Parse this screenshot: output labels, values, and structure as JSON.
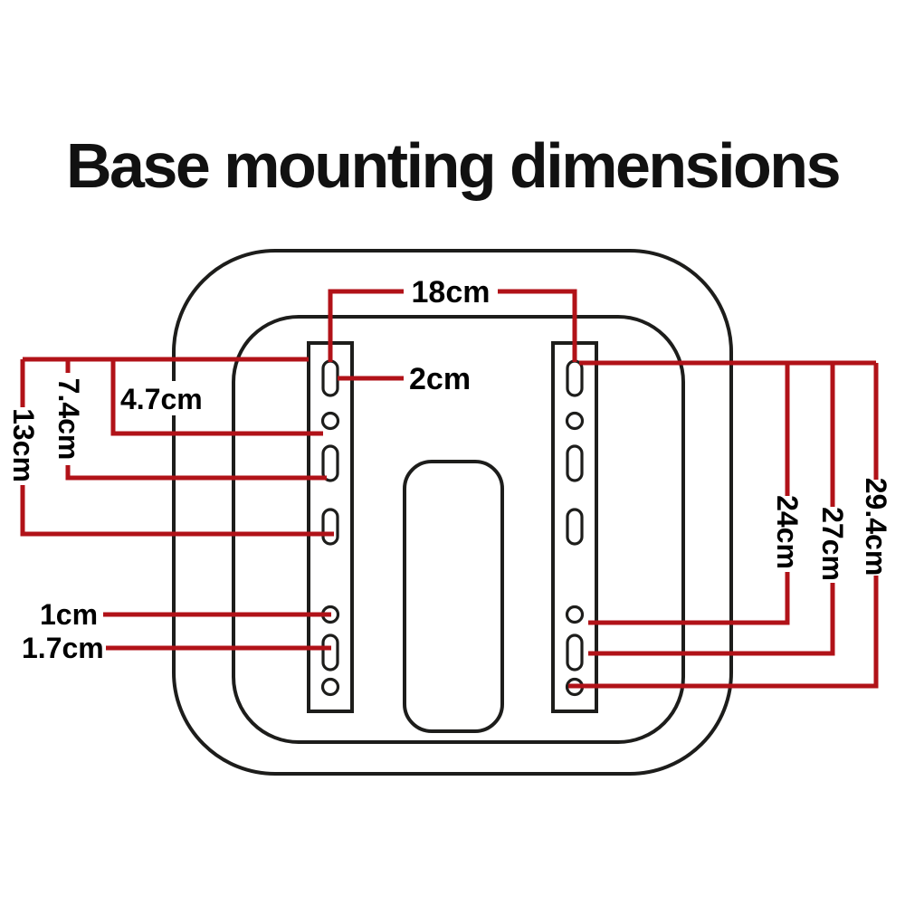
{
  "title": "Base mounting dimensions",
  "colors": {
    "outline": "#1d1d1b",
    "dimension_line": "#b11218",
    "background": "#ffffff",
    "label_text": "#000000"
  },
  "labels": {
    "rail_span_top": "18cm",
    "slot_size": "2cm",
    "left_offset_1": "4.7cm",
    "left_offset_2": "7.4cm",
    "left_offset_3": "13cm",
    "hole_gap_small": "1cm",
    "hole_gap_slot": "1.7cm",
    "right_offset_1": "24cm",
    "right_offset_2": "27cm",
    "right_offset_3": "29.4cm"
  }
}
